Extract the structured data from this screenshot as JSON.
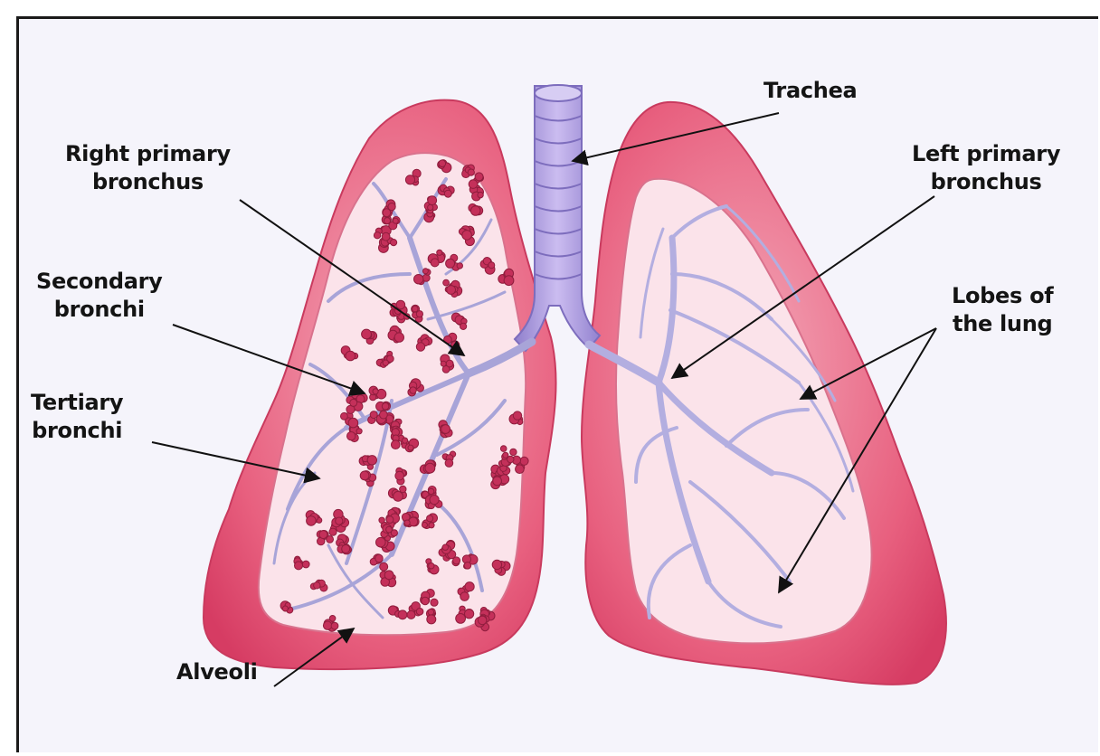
{
  "diagram": {
    "labels": {
      "trachea": "Trachea",
      "right_primary_bronchus": [
        "Right primary",
        "bronchus"
      ],
      "left_primary_bronchus": [
        "Left primary",
        "bronchus"
      ],
      "secondary_bronchi": [
        "Secondary",
        "bronchi"
      ],
      "lobes_of_the_lung": [
        "Lobes of",
        "the lung"
      ],
      "tertiary_bronchi": [
        "Tertiary",
        "bronchi"
      ],
      "alveoli": "Alveoli"
    },
    "colors": {
      "lung_outer": "#e8607f",
      "lung_inner": "#fbe3ea",
      "bronchi": "#a8a4d8",
      "alveoli": "#c4305a",
      "trachea": "#b7a6e0",
      "background": "#f5f4fb",
      "frame": "#1a1a1a"
    }
  }
}
